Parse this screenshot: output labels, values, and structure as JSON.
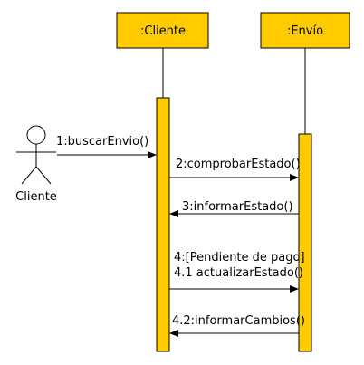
{
  "lifelines": [
    {
      "id": "cliente",
      "label": ":Cliente"
    },
    {
      "id": "envio",
      "label": ":Envío"
    }
  ],
  "actor": {
    "label": "Cliente"
  },
  "messages": [
    {
      "label": "1:buscarEnvio()",
      "direction": "right"
    },
    {
      "label": "2:comprobarEstado()",
      "direction": "right"
    },
    {
      "label": "3:informarEstado()",
      "direction": "left"
    },
    {
      "label": "4:[Pendiente de pago]",
      "direction": "none"
    },
    {
      "label": "4.1 actualizarEstado()",
      "direction": "right"
    },
    {
      "label": "4.2:informarCambios()",
      "direction": "left"
    }
  ],
  "colors": {
    "box_fill": "#ffcc00",
    "activation_fill": "#ffcc00",
    "stroke": "#000000"
  }
}
